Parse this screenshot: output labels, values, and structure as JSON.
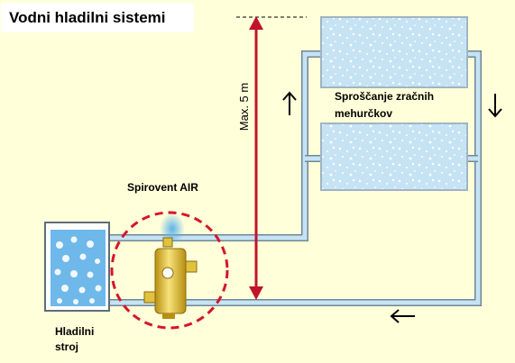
{
  "title": "Vodni hladilni sistemi",
  "labels": {
    "spirovent": "Spirovent AIR",
    "air_release_line1": "Sproščanje zračnih",
    "air_release_line2": "mehurčkov",
    "chiller_line1": "Hladilni",
    "chiller_line2": "stroj",
    "max_height": "Max. 5 m"
  },
  "flow_arrows": {
    "left_riser": "up-arrow-icon",
    "right_riser": "down-arrow-icon",
    "return_pipe": "left-arrow-icon"
  },
  "colors": {
    "background": "#FFFFD9",
    "tank_fill": "#C6E3F4",
    "pipe_fill": "#C6E3F4",
    "pipe_outline": "#6F8797",
    "height_marker": "#C0142C",
    "highlight_circle": "#D6142C",
    "separator_body": "#F2D44E"
  }
}
